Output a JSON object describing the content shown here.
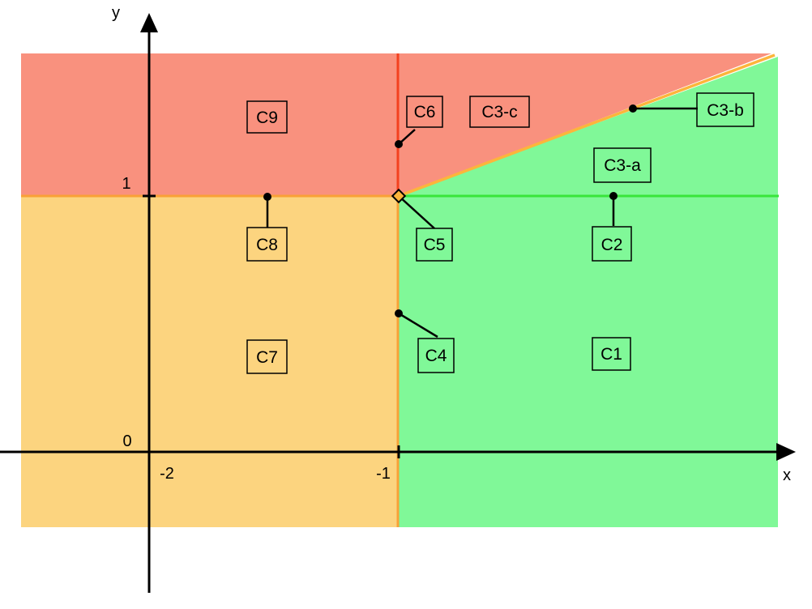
{
  "axes": {
    "x_label": "x",
    "y_label": "y",
    "origin_label": "0",
    "x_ticks": [
      {
        "label": "-2",
        "value": -2
      },
      {
        "label": "-1",
        "value": -1
      }
    ],
    "y_ticks": [
      {
        "label": "1",
        "value": 1
      }
    ]
  },
  "colors": {
    "green": "#80f898",
    "orange": "#fcd47f",
    "red": "#f9917e",
    "green_line": "#39e53a",
    "orange_line": "#f9a137",
    "red_line": "#f4411f",
    "boundary": "#fcb53b",
    "marker": "#000000"
  },
  "regions": [
    {
      "label": "C1"
    },
    {
      "label": "C2"
    },
    {
      "label": "C3-a"
    },
    {
      "label": "C3-b"
    },
    {
      "label": "C3-c"
    },
    {
      "label": "C4"
    },
    {
      "label": "C5"
    },
    {
      "label": "C6"
    },
    {
      "label": "C7"
    },
    {
      "label": "C8"
    },
    {
      "label": "C9"
    }
  ]
}
